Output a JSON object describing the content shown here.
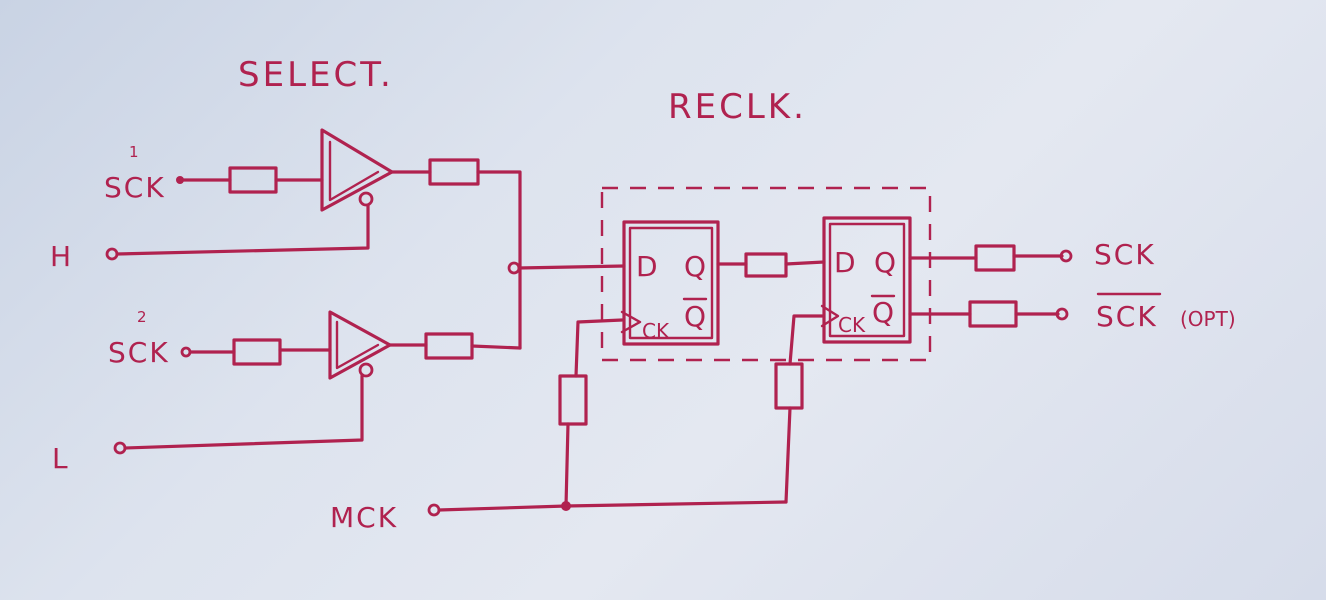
{
  "colors": {
    "ink": "#b0224f",
    "paper": "#dfe4ee"
  },
  "labels": {
    "select": "SELECT.",
    "reclk": "RECLK.",
    "sck1_num": "1",
    "sck1": "SCK",
    "sck2_num": "2",
    "sck2": "SCK",
    "h": "H",
    "l": "L",
    "mck": "MCK",
    "ff1_d": "D",
    "ff1_q": "Q",
    "ff1_qbar": "Q",
    "ff1_ck": "CK",
    "ff2_d": "D",
    "ff2_q": "Q",
    "ff2_qbar": "Q",
    "ff2_ck": "CK",
    "out_sck": "SCK",
    "out_sck_bar": "SCK",
    "out_opt": "(OPT)"
  }
}
